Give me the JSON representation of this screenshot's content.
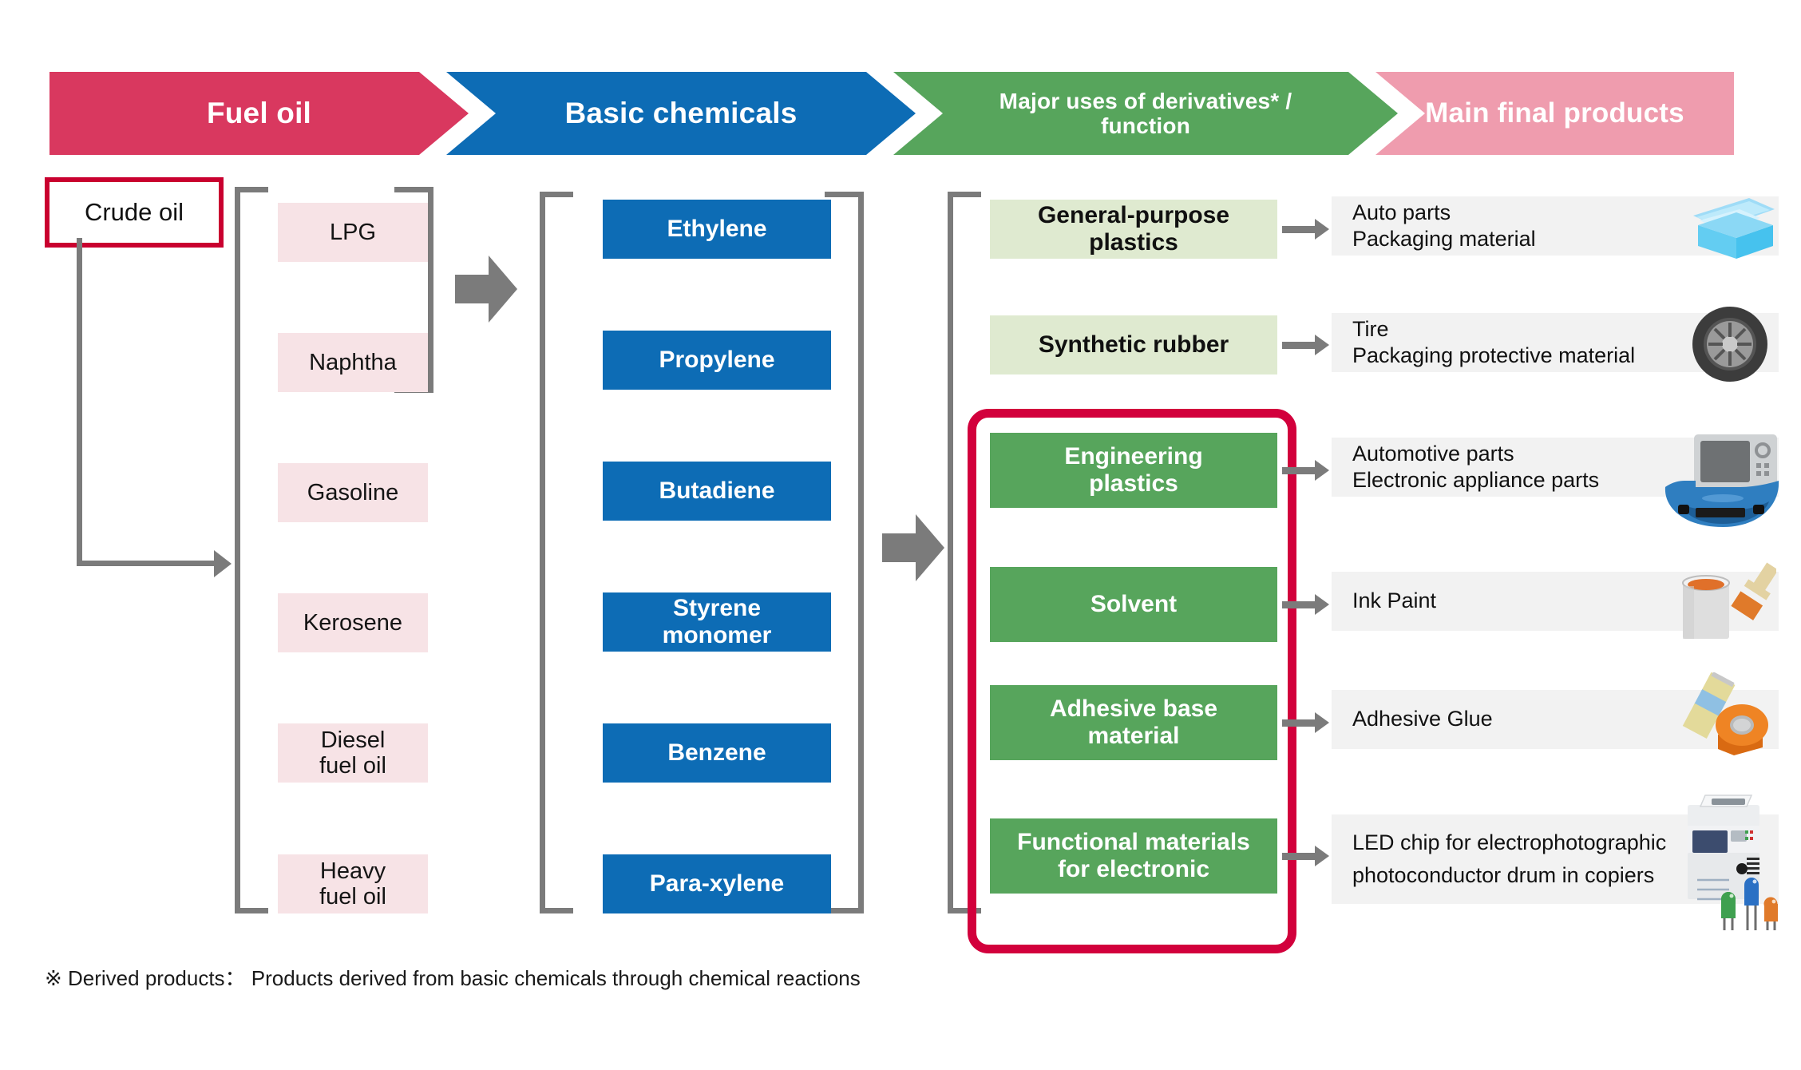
{
  "header": {
    "stages": [
      {
        "label": "Fuel oil",
        "color": "#d9385f"
      },
      {
        "label": "Basic chemicals",
        "color": "#0d6cb5"
      },
      {
        "label": "Major uses of derivatives* /\nfunction",
        "line1": "Major uses of derivatives* /",
        "line2": "function",
        "color": "#57a55c"
      },
      {
        "label": "Main final products",
        "color": "#ef9cae"
      }
    ]
  },
  "source": {
    "label": "Crude oil",
    "border_color": "#c9002f"
  },
  "fuel_oils": [
    {
      "label": "LPG"
    },
    {
      "label": "Naphtha"
    },
    {
      "label": "Gasoline"
    },
    {
      "label": "Kerosene"
    },
    {
      "label": "Diesel",
      "line2": "fuel oil"
    },
    {
      "label": "Heavy",
      "line2": "fuel oil"
    }
  ],
  "basic_chemicals": [
    {
      "label": "Ethylene"
    },
    {
      "label": "Propylene"
    },
    {
      "label": "Butadiene"
    },
    {
      "label": "Styrene",
      "line2": "monomer"
    },
    {
      "label": "Benzene"
    },
    {
      "label": "Para-xylene"
    }
  ],
  "derivatives": [
    {
      "label": "General-purpose",
      "line2": "plastics",
      "style": "light"
    },
    {
      "label": "Synthetic rubber",
      "line2": "",
      "style": "light"
    },
    {
      "label": "Engineering",
      "line2": "plastics",
      "style": "dark"
    },
    {
      "label": "Solvent",
      "line2": "",
      "style": "dark"
    },
    {
      "label": "Adhesive base",
      "line2": "material",
      "style": "dark"
    },
    {
      "label": "Functional materials",
      "line2": "for electronic",
      "style": "dark"
    }
  ],
  "final_products": [
    {
      "line1": "Auto parts",
      "line2": "Packaging material",
      "icon": "plastic-container-icon"
    },
    {
      "line1": "Tire",
      "line2": "Packaging  protective material",
      "icon": "tire-icon"
    },
    {
      "line1": "Automotive parts",
      "line2": "Electronic appliance parts",
      "icon": "car-microwave-icon"
    },
    {
      "line1": "Ink  Paint",
      "line2": "",
      "icon": "paint-can-brush-icon"
    },
    {
      "line1": "Adhesive   Glue",
      "line2": "",
      "icon": "adhesive-tape-icon"
    },
    {
      "line1": "LED chip for electrophotographic",
      "line2": "photoconductor drum in copiers",
      "icon": "copier-led-icon"
    }
  ],
  "footnote": {
    "text": "※  Derived products：  Products derived from basic chemicals through chemical reactions"
  },
  "colors": {
    "fuel": "#d9385f",
    "basic": "#0d6cb5",
    "derivative": "#57a55c",
    "final": "#ef9cae",
    "highlight": "#d2003c",
    "connector": "#7b7b7b",
    "fuel_box": "#f7e3e6",
    "deriv_light": "#dfead0",
    "product_row": "#f2f2f2"
  }
}
